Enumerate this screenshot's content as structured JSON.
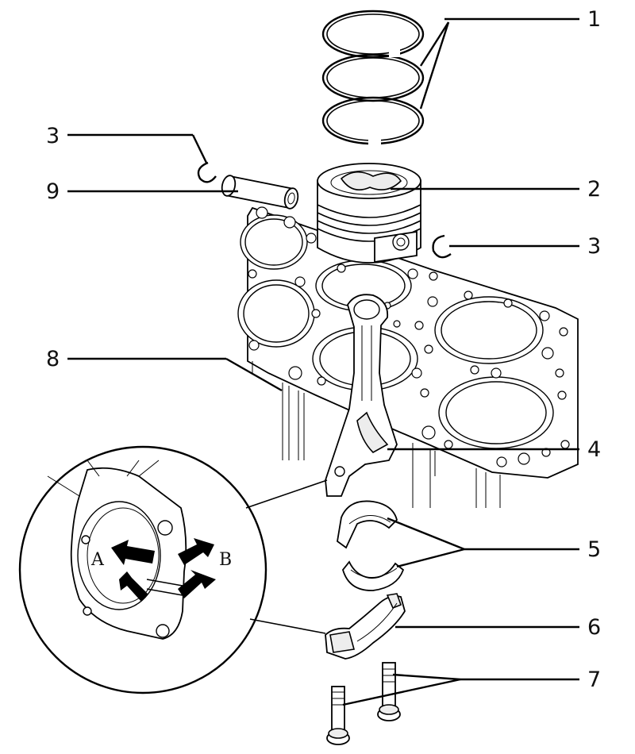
{
  "callouts": [
    {
      "id": "c1",
      "label": "1"
    },
    {
      "id": "c2",
      "label": "2"
    },
    {
      "id": "c3a",
      "label": "3"
    },
    {
      "id": "c3b",
      "label": "3"
    },
    {
      "id": "c4",
      "label": "4"
    },
    {
      "id": "c5",
      "label": "5"
    },
    {
      "id": "c6",
      "label": "6"
    },
    {
      "id": "c7",
      "label": "7"
    },
    {
      "id": "c8",
      "label": "8"
    },
    {
      "id": "c9",
      "label": "9"
    }
  ],
  "detail_view": {
    "marks": [
      {
        "id": "mark-a",
        "label": "A"
      },
      {
        "id": "mark-b",
        "label": "B"
      }
    ]
  },
  "colors": {
    "line": "#000000",
    "background": "#ffffff"
  }
}
